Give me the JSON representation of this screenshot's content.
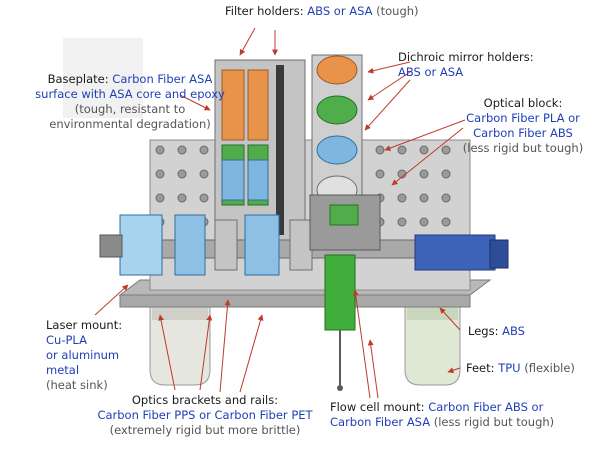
{
  "colors": {
    "label_key": "#1a1a1a",
    "material": "#1f3fb8",
    "note": "#555555",
    "arrow": "#c0392b",
    "plate": "#c9c9c9",
    "blue_part": "#7fb6df",
    "orange_part": "#e8924a",
    "green_part": "#4fae4a"
  },
  "labels": {
    "filter_holders": {
      "key": "Filter holders:",
      "material": "ABS or ASA",
      "note": "(tough)"
    },
    "dichroic": {
      "key": "Dichroic mirror holders:",
      "material": "ABS or ASA"
    },
    "baseplate": {
      "key": "Baseplate:",
      "material_1": "Carbon Fiber ASA",
      "material_2": "surface with ASA core and epoxy",
      "note_1": "(tough, resistant to",
      "note_2": "environmental degradation)"
    },
    "optical_block": {
      "key": "Optical block:",
      "material_1": "Carbon Fiber PLA or",
      "material_2": "Carbon Fiber ABS",
      "note": "(less rigid but tough)"
    },
    "laser_mount": {
      "key": "Laser mount:",
      "material_1": "Cu-PLA",
      "material_2": "or aluminum",
      "material_3": "metal",
      "note": "(heat sink)"
    },
    "legs": {
      "key": "Legs:",
      "material": "ABS"
    },
    "feet": {
      "key": "Feet:",
      "material": "TPU",
      "note": "(flexible)"
    },
    "optics_brackets": {
      "key": "Optics brackets and rails:",
      "material": "Carbon Fiber PPS or Carbon Fiber PET",
      "note": "(extremely rigid but more brittle)"
    },
    "flow_cell": {
      "key": "Flow cell mount:",
      "material_1": "Carbon Fiber ABS or",
      "material_2": "Carbon Fiber ASA",
      "note": "(less rigid but tough)"
    }
  }
}
